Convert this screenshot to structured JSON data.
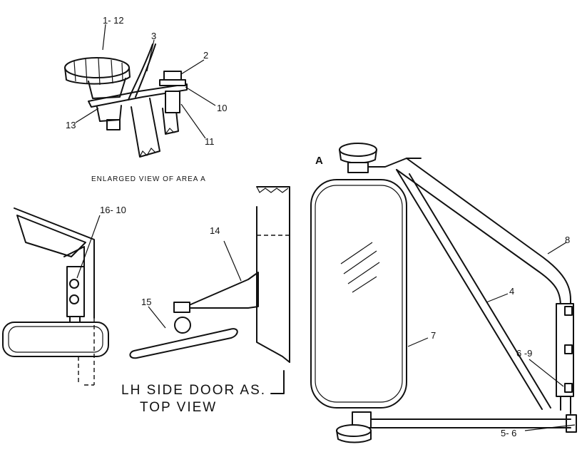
{
  "callouts": {
    "c1_12": "1- 12",
    "c3": "3",
    "c2": "2",
    "c10": "10",
    "c11": "11",
    "c13": "13",
    "c16_10": "16- 10",
    "c14": "14",
    "c15": "15",
    "c8": "8",
    "c4": "4",
    "c7": "7",
    "c6_9": "6 -9",
    "c5_6": "5- 6"
  },
  "captions": {
    "enlarged": "ENLARGED VIEW OF AREA A",
    "lh_side": "LH SIDE DOOR AS.",
    "top_view": "TOP VIEW",
    "area_a": "A"
  }
}
